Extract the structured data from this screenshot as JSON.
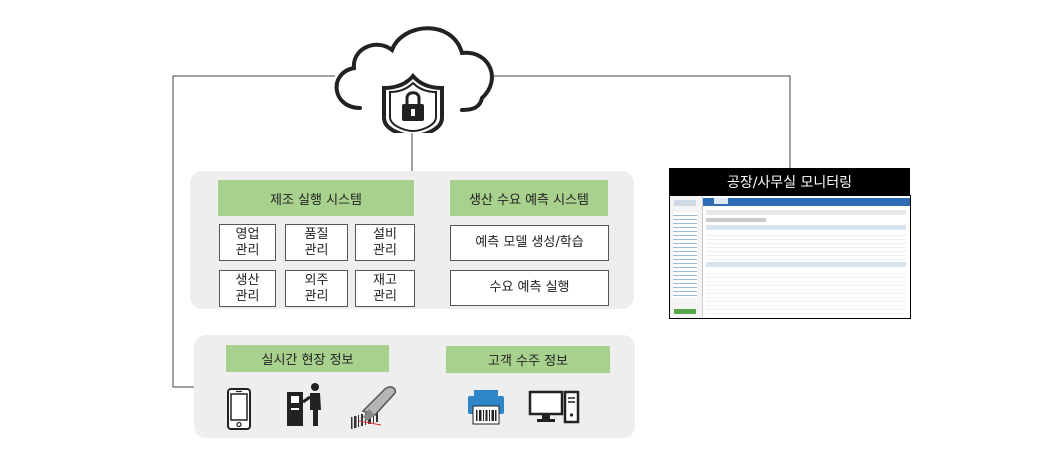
{
  "cloud": {
    "icon": "cloud-lock-icon"
  },
  "mes": {
    "title": "제조 실행 시스템",
    "modules": [
      {
        "label": "영업\n관리"
      },
      {
        "label": "품질\n관리"
      },
      {
        "label": "설비\n관리"
      },
      {
        "label": "생산\n관리"
      },
      {
        "label": "외주\n관리"
      },
      {
        "label": "재고\n관리"
      }
    ]
  },
  "forecast": {
    "title": "생산 수요 예측 시스템",
    "steps": [
      {
        "label": "예측 모델 생성/학습"
      },
      {
        "label": "수요 예측 실행"
      }
    ]
  },
  "monitoring": {
    "title": "공장/사무실 모니터링"
  },
  "realtime": {
    "title": "실시간 현장 정보",
    "icons": [
      "smartphone-icon",
      "kiosk-icon",
      "barcode-scanner-icon"
    ]
  },
  "orders": {
    "title": "고객 수주 정보",
    "icons": [
      "barcode-printer-icon",
      "desktop-computer-icon"
    ]
  },
  "colors": {
    "panel": "#eeeeee",
    "title_green": "#a9d18e",
    "monitor_bar": "#000000",
    "ui_accent": "#2e6db4"
  }
}
